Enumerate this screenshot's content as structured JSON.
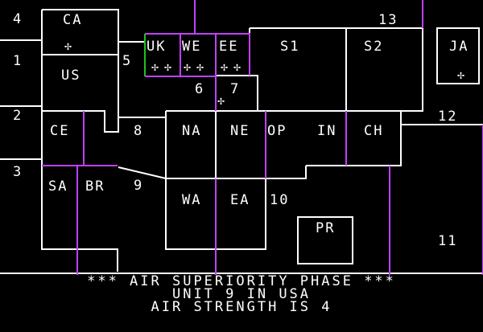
{
  "screen": {
    "phase_line": "*** AIR SUPERIORITY PHASE ***",
    "unit_line": "UNIT 9 IN USA",
    "strength_line": "AIR STRENGTH IS 4"
  },
  "colors": {
    "background": "#000000",
    "text": "#ffffff",
    "border_white": "#ffffff",
    "border_purple": "#c040ff",
    "border_green": "#20c020"
  },
  "sea_zones": [
    "1",
    "2",
    "3",
    "4",
    "5",
    "6",
    "7",
    "8",
    "9",
    "10",
    "11",
    "12",
    "13"
  ],
  "regions": [
    "CA",
    "US",
    "UK",
    "WE",
    "EE",
    "S1",
    "S2",
    "JA",
    "CE",
    "NA",
    "NE",
    "OP",
    "IN",
    "CH",
    "SA",
    "BR",
    "WA",
    "EA",
    "PR"
  ],
  "unit_marker_glyph": "✢"
}
